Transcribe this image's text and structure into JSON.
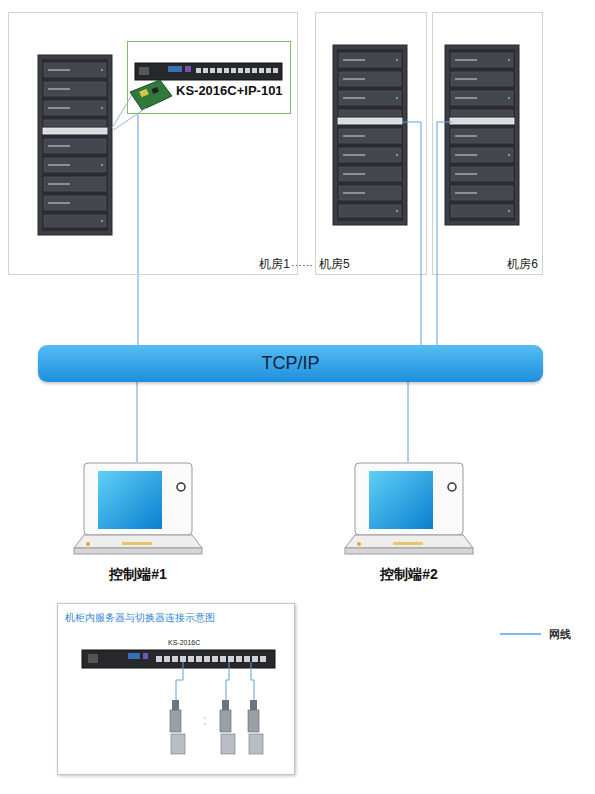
{
  "diagram": {
    "nodes": [
      {
        "text": [
          "机房1"
        ]
      },
      {
        "text": [
          "机房5"
        ]
      },
      {
        "text": [
          "机房6"
        ]
      },
      {
        "text": [
          "KS-2016C+IP-101"
        ],
        "in": 0
      },
      {
        "text": [
          "TCP/IP"
        ]
      },
      {
        "text": [
          "控制端#1"
        ]
      },
      {
        "text": [
          "控制端#2"
        ]
      },
      {
        "text": [
          "机柜内服务器与切换器连接示意图"
        ]
      }
    ],
    "edges": [
      {
        "from": 3,
        "to": 4,
        "arrow": "none"
      },
      {
        "from": 1,
        "to": 4,
        "arrow": "none"
      },
      {
        "from": 2,
        "to": 4,
        "arrow": "none"
      },
      {
        "from": 4,
        "to": 5,
        "arrow": "none"
      },
      {
        "from": 4,
        "to": 6,
        "arrow": "none"
      }
    ],
    "labels": [
      "······",
      "KS-2016C"
    ],
    "legend": [
      {
        "text": "网线"
      }
    ]
  }
}
